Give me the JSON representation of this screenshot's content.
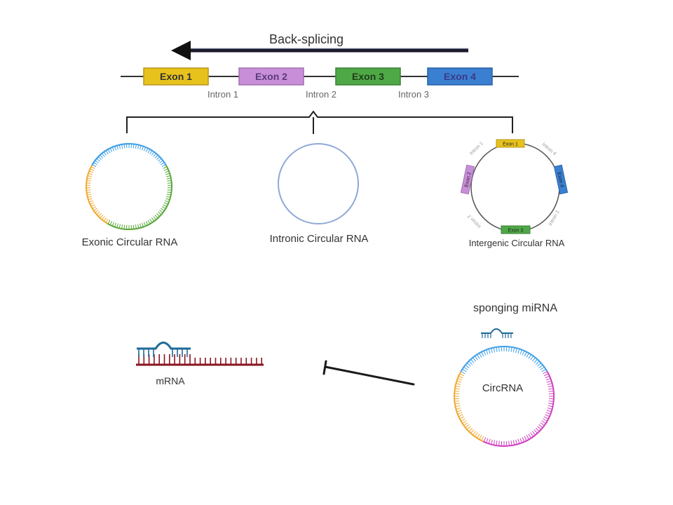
{
  "title": "Back-splicing",
  "gene": {
    "exons": [
      {
        "label": "Exon 1",
        "fill": "#e8c21c",
        "stroke": "#b8961a",
        "text": "#333333"
      },
      {
        "label": "Exon 2",
        "fill": "#c88fd8",
        "stroke": "#a070b0",
        "text": "#5a3a7a"
      },
      {
        "label": "Exon 3",
        "fill": "#4fa846",
        "stroke": "#3a8034",
        "text": "#1f3f1a"
      },
      {
        "label": "Exon 4",
        "fill": "#3a7fd0",
        "stroke": "#2a60a8",
        "text": "#3a3a8a"
      }
    ],
    "introns": [
      "Intron 1",
      "Intron 2",
      "Intron 3"
    ]
  },
  "circles": {
    "exonic": {
      "label": "Exonic Circular RNA",
      "colors": [
        "#3fa0e8",
        "#5aa83a",
        "#f0a830"
      ]
    },
    "intronic": {
      "label": "Intronic Circular RNA",
      "color": "#8fa8d8"
    },
    "intergenic": {
      "label": "Intergenic Circular RNA",
      "exons": [
        "Exon 1",
        "Exon 2",
        "Exon 3",
        "Exon 4"
      ],
      "introns": [
        "Intron 1",
        "Intron 2",
        "Intron 3",
        "Intron 4"
      ]
    }
  },
  "bottom": {
    "mrna_label": "mRNA",
    "sponging_label": "sponging miRNA",
    "circ_label": "CircRNA",
    "circ_colors": [
      "#3fa0e8",
      "#d040c0",
      "#f0a830"
    ],
    "mirna_color": "#1f6a9a",
    "mrna_color": "#8a1420"
  }
}
